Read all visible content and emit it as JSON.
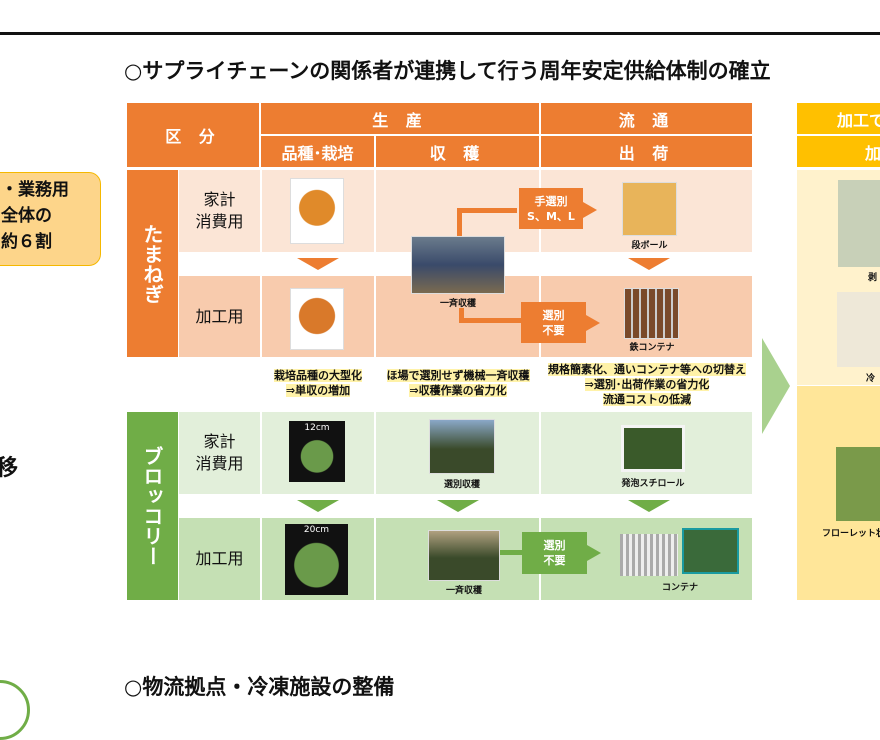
{
  "left_panel": {
    "box_text": "・業務用\n全体の\n約６割",
    "partial_text": "移"
  },
  "title": "○サプライチェーンの関係者が連携して行う周年安定供給体制の確立",
  "bottom_title": "○物流拠点・冷凍施設の整備",
  "table": {
    "header": {
      "category": "区 分",
      "production": "生 産",
      "distribution": "流 通",
      "variety": "品種･栽培",
      "harvest": "収 穫",
      "shipping": "出 荷"
    },
    "onion": {
      "label": "たまねぎ",
      "home": "家計\n消費用",
      "processing": "加工用",
      "harvest_caption": "一斉収穫",
      "hand_sort": "手選別\nS、M、L",
      "no_sort": "選別\n不要",
      "cardboard": "段ボール",
      "iron_container": "鉄コンテナ"
    },
    "notes": {
      "variety": [
        "栽培品種の大型化",
        "⇒単収の増加"
      ],
      "harvest": [
        "ほ場で選別せず機械一斉収穫",
        "⇒収穫作業の省力化"
      ],
      "shipping": [
        "規格簡素化、通いコンテナ等への切替え",
        "⇒選別･出荷作業の省力化",
        "流通コストの低減"
      ]
    },
    "broccoli": {
      "label": "ブロッコリー",
      "home": "家計\n消費用",
      "processing": "加工用",
      "size_home": "12cm",
      "size_processing": "20cm",
      "sorted_harvest": "選別収穫",
      "bulk_harvest": "一斉収穫",
      "styrofoam": "発泡スチロール",
      "no_sort": "選別\n不要",
      "container": "コンテナ"
    }
  },
  "processing_column": {
    "header1": "加工で",
    "header2": "加",
    "caption1": "剥",
    "caption2": "冷",
    "caption3": "フローレット状"
  },
  "colors": {
    "orange": "#ed7d31",
    "green": "#70ad47",
    "yellow": "#ffc000"
  }
}
